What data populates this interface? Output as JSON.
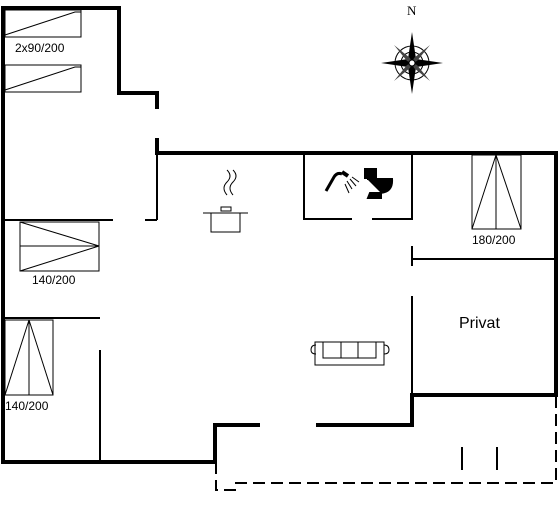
{
  "compass": {
    "north_label": "N"
  },
  "beds": {
    "twin_single": "2x90/200",
    "left_upper": "140/200",
    "left_lower": "140/200",
    "right": "180/200"
  },
  "rooms": {
    "private": "Privat"
  },
  "icons": [
    "compass-rose-icon",
    "cooking-pot-icon",
    "shower-icon",
    "toilet-icon",
    "sofa-icon"
  ]
}
